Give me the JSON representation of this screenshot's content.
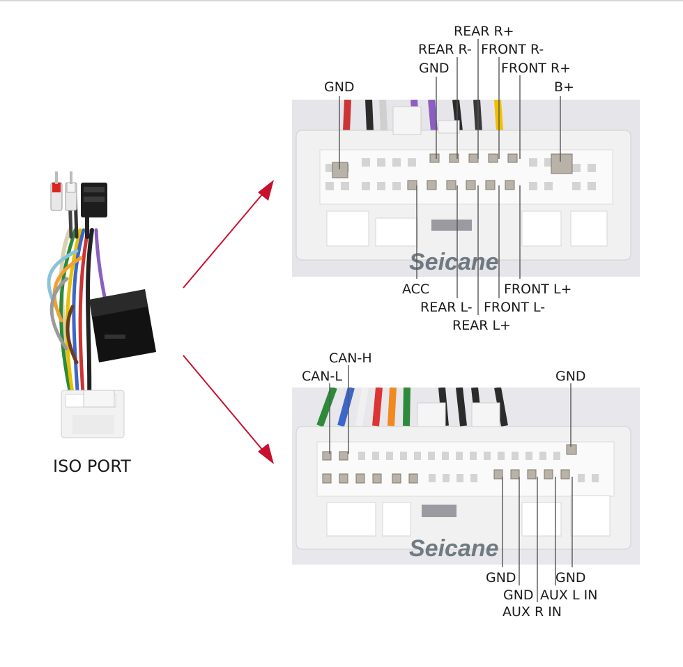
{
  "caption": "ISO PORT",
  "watermark": "Seicane",
  "colors": {
    "arrow": "#c8102e",
    "leader": "#555555"
  },
  "connector_top": {
    "labels_above": [
      "REAR R+",
      "REAR R-",
      "FRONT R-",
      "GND",
      "FRONT R+",
      "GND",
      "B+"
    ],
    "labels_below": [
      "ACC",
      "FRONT L+",
      "REAR L-",
      "FRONT L-",
      "REAR L+"
    ]
  },
  "connector_bottom": {
    "labels_above": [
      "CAN-H",
      "CAN-L",
      "GND"
    ],
    "labels_below": [
      "GND",
      "GND",
      "GND",
      "AUX L IN",
      "AUX R IN"
    ]
  }
}
